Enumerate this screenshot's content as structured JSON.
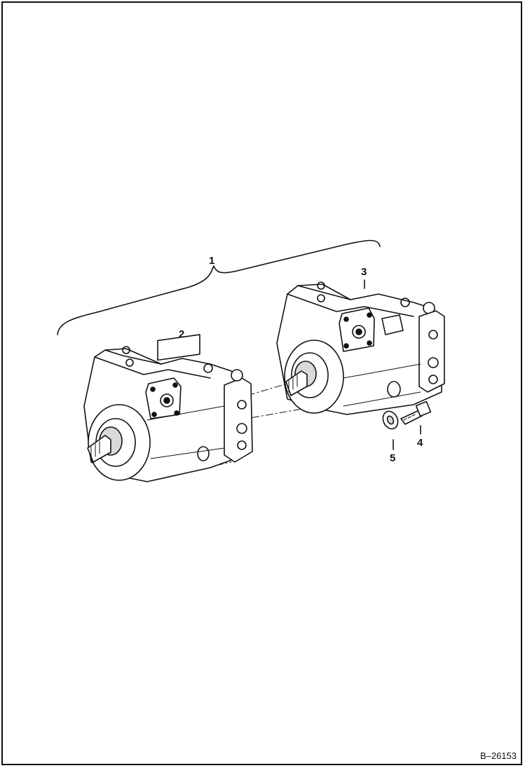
{
  "callouts": {
    "c1": "1",
    "c2": "2",
    "c3": "3",
    "c4": "4",
    "c5": "5"
  },
  "figure_id": "B–26153",
  "colors": {
    "ink": "#111111",
    "paper": "#ffffff",
    "shade": "#d9d9d9"
  }
}
